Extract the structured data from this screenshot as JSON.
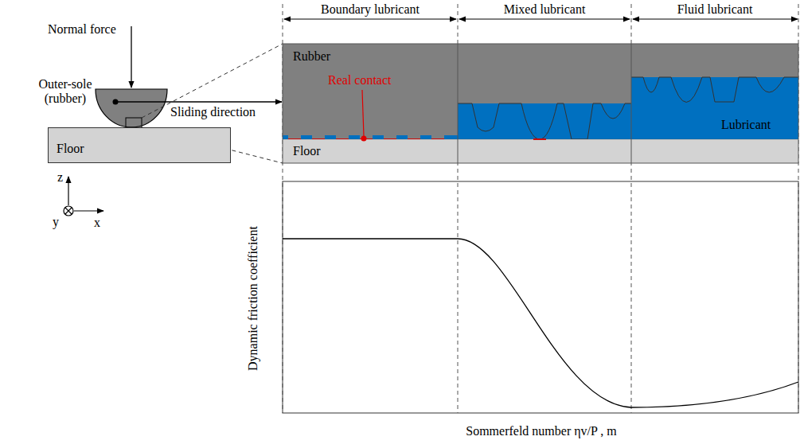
{
  "diagram": {
    "nodes": [
      {
        "text": [
          "Floor"
        ]
      }
    ],
    "labels": [
      "Normal force",
      "Outer-sole (rubber)",
      "Sliding direction",
      "z",
      "y",
      "x",
      "Boundary lubricant",
      "Mixed lubricant",
      "Fluid lubricant",
      "Rubber",
      "Real contact",
      "Floor",
      "Lubricant",
      "Dynamic friction coefficient",
      "Sommerfeld number ηv/P , m"
    ]
  }
}
